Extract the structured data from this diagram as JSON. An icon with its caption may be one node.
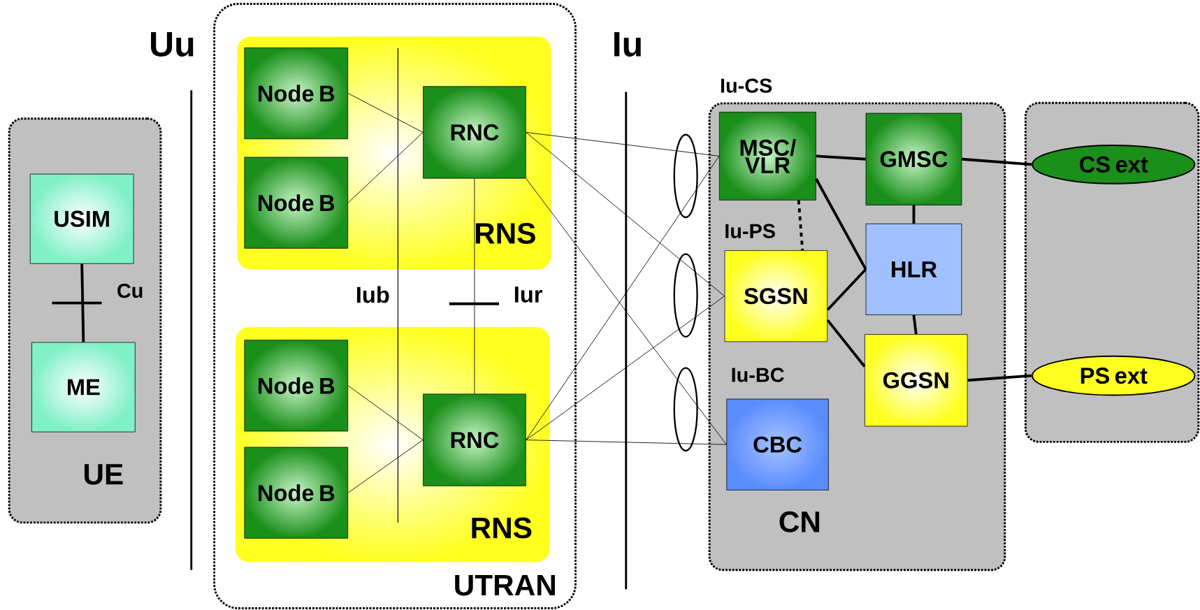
{
  "diagram": {
    "nodes": [
      {
        "text": [
          "UE"
        ]
      },
      {
        "text": [
          "USIM"
        ],
        "in": 0
      },
      {
        "text": [
          "ME"
        ],
        "in": 0
      },
      {
        "text": [
          "UTRAN"
        ]
      },
      {
        "text": [
          "RNS"
        ],
        "in": 3
      },
      {
        "text": [
          "Node B"
        ],
        "in": 4
      },
      {
        "text": [
          "Node B"
        ],
        "in": 4
      },
      {
        "text": [
          "RNC"
        ],
        "in": 4
      },
      {
        "text": [
          "RNS"
        ],
        "in": 3
      },
      {
        "text": [
          "Node B"
        ],
        "in": 8
      },
      {
        "text": [
          "Node B"
        ],
        "in": 8
      },
      {
        "text": [
          "RNC"
        ],
        "in": 8
      },
      {
        "text": [
          "CN"
        ]
      },
      {
        "text": [
          "MSC/ VLR"
        ],
        "in": 12
      },
      {
        "text": [
          "GMSC"
        ],
        "in": 12
      },
      {
        "text": [
          "SGSN"
        ],
        "in": 12
      },
      {
        "text": [
          "HLR"
        ],
        "in": 12
      },
      {
        "text": [
          "GGSN"
        ],
        "in": 12
      },
      {
        "text": [
          "CBC"
        ],
        "in": 12
      },
      {
        "text": [],
        "shape": "box"
      },
      {
        "text": [
          "CS ext"
        ],
        "in": 19
      },
      {
        "text": [
          "PS ext"
        ],
        "in": 19
      }
    ],
    "edges": [
      {
        "from": 1,
        "to": 2,
        "arrow": "none",
        "style": "thick"
      },
      {
        "from": 5,
        "to": 7,
        "arrow": "none"
      },
      {
        "from": 6,
        "to": 7,
        "arrow": "none"
      },
      {
        "from": 9,
        "to": 11,
        "arrow": "none"
      },
      {
        "from": 10,
        "to": 11,
        "arrow": "none"
      },
      {
        "from": 7,
        "to": 11,
        "arrow": "none"
      },
      {
        "from": 7,
        "to": 13,
        "arrow": "none"
      },
      {
        "from": 7,
        "to": 15,
        "arrow": "none"
      },
      {
        "from": 7,
        "to": 18,
        "arrow": "none"
      },
      {
        "from": 11,
        "to": 13,
        "arrow": "none"
      },
      {
        "from": 11,
        "to": 15,
        "arrow": "none"
      },
      {
        "from": 11,
        "to": 18,
        "arrow": "none"
      },
      {
        "from": 13,
        "to": 14,
        "arrow": "none",
        "style": "thick"
      },
      {
        "from": 13,
        "to": 15,
        "arrow": "none",
        "style": "dashed"
      },
      {
        "from": 13,
        "to": 16,
        "arrow": "none",
        "style": "thick"
      },
      {
        "from": 14,
        "to": 16,
        "arrow": "none",
        "style": "thick"
      },
      {
        "from": 14,
        "to": 20,
        "arrow": "none",
        "style": "thick"
      },
      {
        "from": 15,
        "to": 16,
        "arrow": "none",
        "style": "thick"
      },
      {
        "from": 15,
        "to": 17,
        "arrow": "none",
        "style": "thick"
      },
      {
        "from": 16,
        "to": 17,
        "arrow": "none",
        "style": "thick"
      },
      {
        "from": 17,
        "to": 21,
        "arrow": "none",
        "style": "thick"
      }
    ],
    "labels": [
      "Uu",
      "Iu",
      "Iu-CS",
      "Cu",
      "Iu-PS",
      "Iub",
      "Iur",
      "Iu-BC"
    ]
  }
}
